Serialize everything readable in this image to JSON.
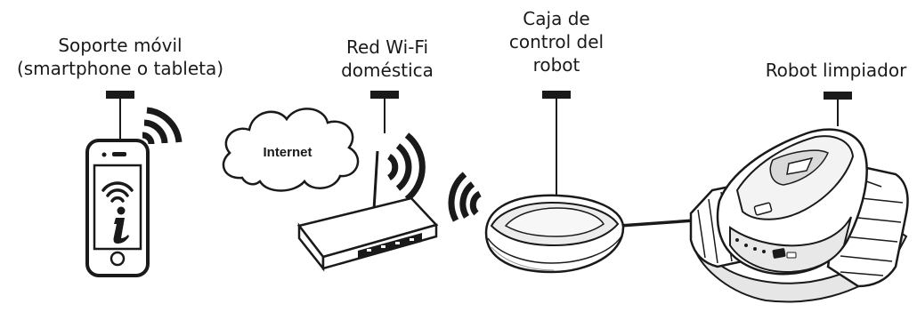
{
  "labels": {
    "mobile_line1": "Soporte móvil",
    "mobile_line2": "(smartphone o tableta)",
    "wifi_line1": "Red Wi-Fi",
    "wifi_line2": "doméstica",
    "control_line1": "Caja de",
    "control_line2": "control del",
    "control_line3": "robot",
    "robot_line1": "Robot limpiador",
    "internet": "Internet"
  },
  "icons": {
    "phone": "smartphone-icon",
    "cloud": "cloud-icon",
    "router": "router-icon",
    "control_box": "control-box-icon",
    "robot": "robot-cleaner-icon",
    "wifi": "wifi-signal-icon"
  },
  "colors": {
    "ink": "#1a1a1a",
    "fill": "#ffffff",
    "shade": "#e6e6e6"
  }
}
